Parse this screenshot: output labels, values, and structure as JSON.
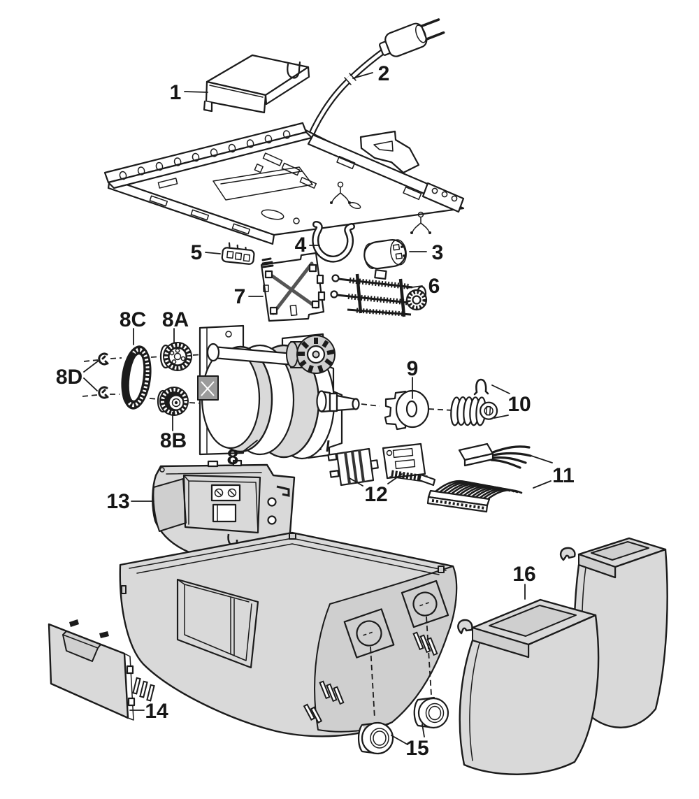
{
  "diagram": {
    "title": "",
    "labels": {
      "p1": "1",
      "p2": "2",
      "p3": "3",
      "p4": "4",
      "p5": "5",
      "p6": "6",
      "p7": "7",
      "p8": "8",
      "p8a": "8A",
      "p8b": "8B",
      "p8c": "8C",
      "p8d": "8D",
      "p9": "9",
      "p10": "10",
      "p11": "11",
      "p12": "12",
      "p13": "13",
      "p14": "14",
      "p15": "15",
      "p16": "16"
    },
    "colors": {
      "line": "#1b1b1b",
      "label_text": "#161616",
      "plastic_light": "#d9d9d9",
      "plastic_mid": "#cfcfcf",
      "metal_dark": "#9b9b9b",
      "background": "#ffffff"
    }
  }
}
